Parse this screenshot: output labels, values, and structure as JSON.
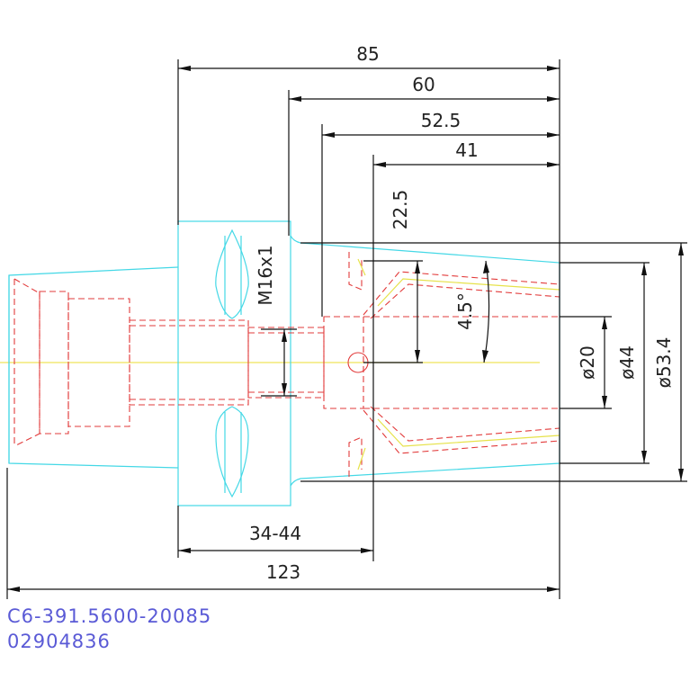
{
  "dimensions": {
    "overall_85": "85",
    "d60": "60",
    "d52_5": "52.5",
    "d41": "41",
    "d22_5": "22.5",
    "thread": "M16x1",
    "angle": "4.5°",
    "dia20": "ø20",
    "dia44": "ø44",
    "dia53_4": "ø53.4",
    "range": "34-44",
    "overall_123": "123"
  },
  "part": {
    "code": "C6-391.5600-20085",
    "number": "02904836"
  },
  "colors": {
    "outline": "#44d8e6",
    "hidden": "#e23b3b",
    "dimension": "#111111",
    "centerline": "#efe35a",
    "label": "#5a5ad6"
  }
}
